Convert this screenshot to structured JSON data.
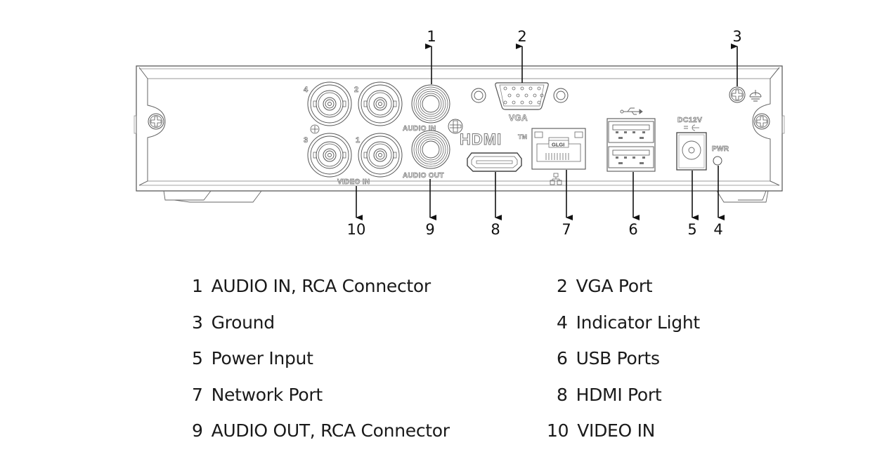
{
  "diagram": {
    "subject": "DVR rear panel",
    "callouts_top": [
      "1",
      "2",
      "3"
    ],
    "callouts_bottom": [
      "10",
      "9",
      "8",
      "7",
      "6",
      "5",
      "4"
    ],
    "panel_labels": {
      "video_in": "VIDEO IN",
      "audio_in": "AUDIO IN",
      "audio_out": "AUDIO OUT",
      "vga": "VGA",
      "hdmi": "HDMI",
      "hdmi_tm": "TM",
      "lan": "GLGI",
      "dc": "DC12V",
      "pwr": "PWR",
      "bnc_numbers": [
        "4",
        "2",
        "3",
        "1"
      ]
    }
  },
  "legend": {
    "left": [
      {
        "num": "1",
        "label": "AUDIO IN, RCA Connector"
      },
      {
        "num": "3",
        "label": "Ground"
      },
      {
        "num": "5",
        "label": "Power Input"
      },
      {
        "num": "7",
        "label": "Network Port"
      },
      {
        "num": "9",
        "label": "AUDIO OUT, RCA Connector"
      }
    ],
    "right": [
      {
        "num": "2",
        "label": "VGA Port"
      },
      {
        "num": "4",
        "label": "Indicator Light"
      },
      {
        "num": "6",
        "label": "USB Ports"
      },
      {
        "num": "8",
        "label": "HDMI Port"
      },
      {
        "num": "10",
        "label": "VIDEO IN"
      }
    ]
  }
}
